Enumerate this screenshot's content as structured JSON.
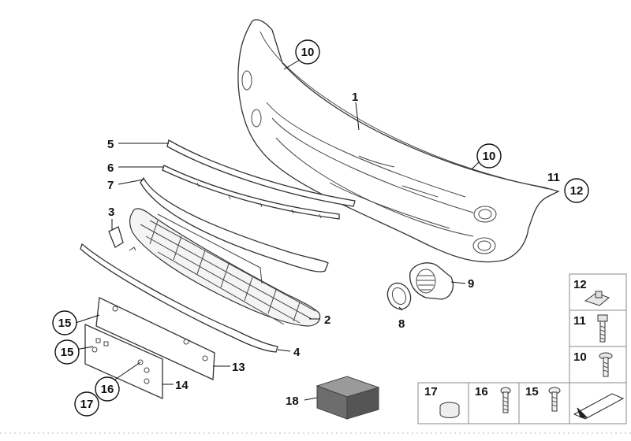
{
  "callouts": {
    "c1": "1",
    "c2": "2",
    "c3": "3",
    "c4": "4",
    "c5": "5",
    "c6": "6",
    "c7": "7",
    "c8": "8",
    "c9": "9",
    "c10a": "10",
    "c10b": "10",
    "c11": "11",
    "c12": "12",
    "c13": "13",
    "c14": "14",
    "c15a": "15",
    "c15b": "15",
    "c16": "16",
    "c17": "17",
    "c18": "18"
  },
  "legend": {
    "r12": "12",
    "r11": "11",
    "r10": "10",
    "b17": "17",
    "b16": "16",
    "b15": "15"
  }
}
